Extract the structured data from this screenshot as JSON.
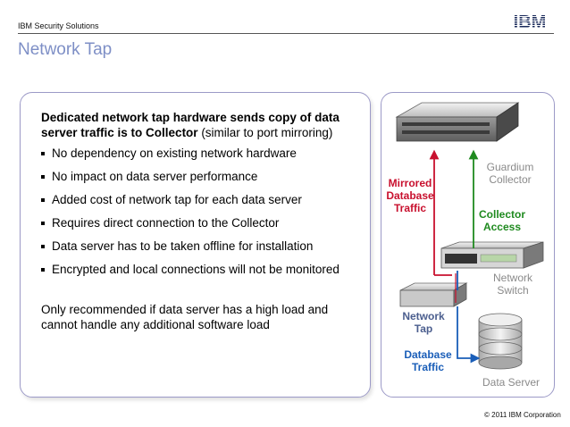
{
  "header": {
    "company_label": "IBM Security Solutions",
    "logo_text": "IBM"
  },
  "title": "Network Tap",
  "content": {
    "intro_bold": "Dedicated network tap hardware sends copy of data server traffic is to Collector",
    "intro_rest": " (similar to port mirroring)",
    "bullets": [
      "No dependency on existing network hardware",
      "No impact on data server performance",
      "Added cost of network tap for each data server",
      "Requires direct connection to the Collector",
      "Data server has to be taken offline for installation",
      "Encrypted and local connections will not be monitored"
    ],
    "note": "Only recommended if data server has a high load and cannot handle any additional software load"
  },
  "diagram": {
    "guardium_collector": "Guardium Collector",
    "mirrored_traffic": "Mirrored Database Traffic",
    "collector_access": "Collector Access",
    "network_switch": "Network Switch",
    "network_tap": "Network Tap",
    "database_traffic": "Database Traffic",
    "data_server": "Data Server",
    "colors": {
      "mirrored": "#c8102e",
      "access": "#1f8a1f",
      "database": "#1a5eb8"
    }
  },
  "footer": {
    "copyright": "© 2011 IBM Corporation"
  }
}
